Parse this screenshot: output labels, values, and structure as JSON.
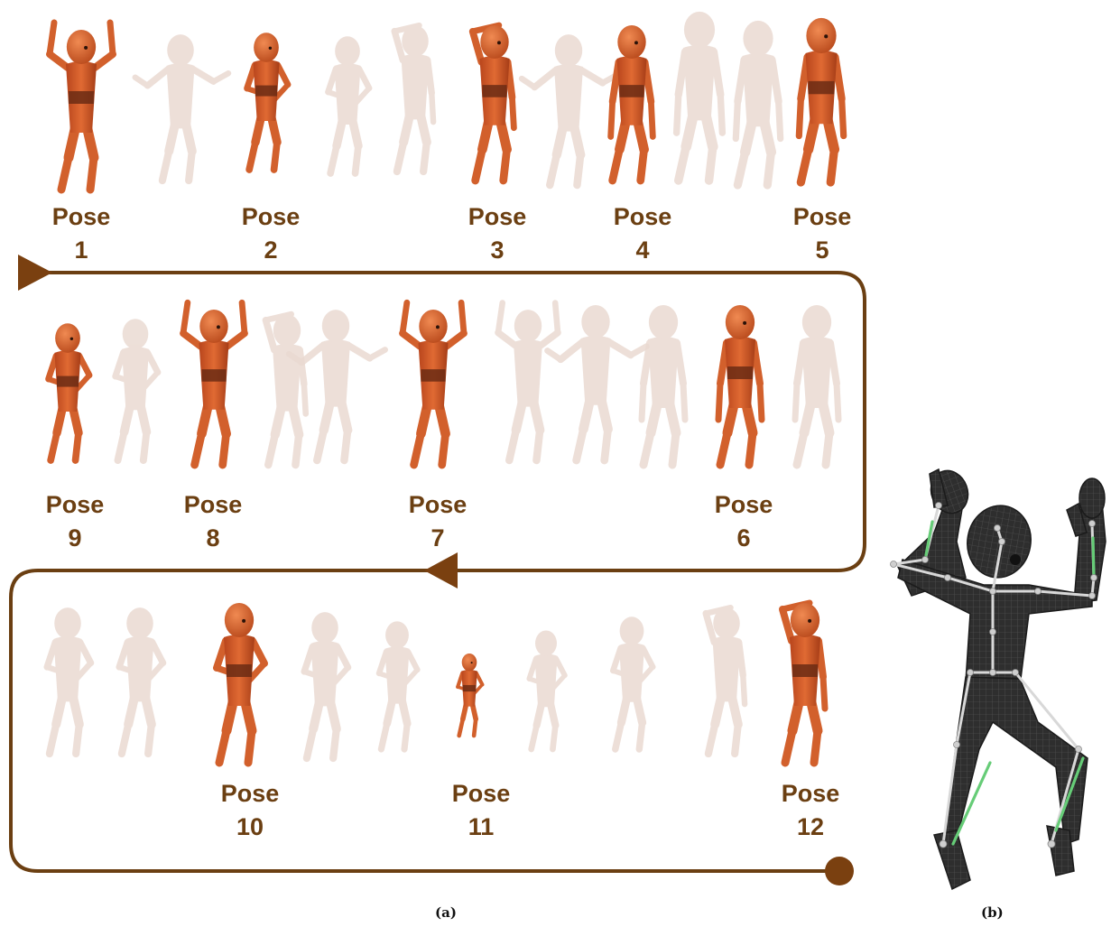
{
  "figure": {
    "panel_a_caption": "(a)",
    "panel_b_caption": "(b)",
    "pose_word": "Pose",
    "poses": [
      {
        "word": "Pose",
        "num": "1"
      },
      {
        "word": "Pose",
        "num": "2"
      },
      {
        "word": "Pose",
        "num": "3"
      },
      {
        "word": "Pose",
        "num": "4"
      },
      {
        "word": "Pose",
        "num": "5"
      },
      {
        "word": "Pose",
        "num": "6"
      },
      {
        "word": "Pose",
        "num": "7"
      },
      {
        "word": "Pose",
        "num": "8"
      },
      {
        "word": "Pose",
        "num": "9"
      },
      {
        "word": "Pose",
        "num": "10"
      },
      {
        "word": "Pose",
        "num": "11"
      },
      {
        "word": "Pose",
        "num": "12"
      }
    ],
    "colors": {
      "path": "#6b3f12",
      "keyframe_body": "#d2602c",
      "keyframe_dark": "#a8441c",
      "ghost_body": "#eadad2",
      "mesh_body": "#2e2e2e",
      "skeleton_bone": "#d8d8d8",
      "skeleton_highlight": "#66cc77"
    }
  }
}
